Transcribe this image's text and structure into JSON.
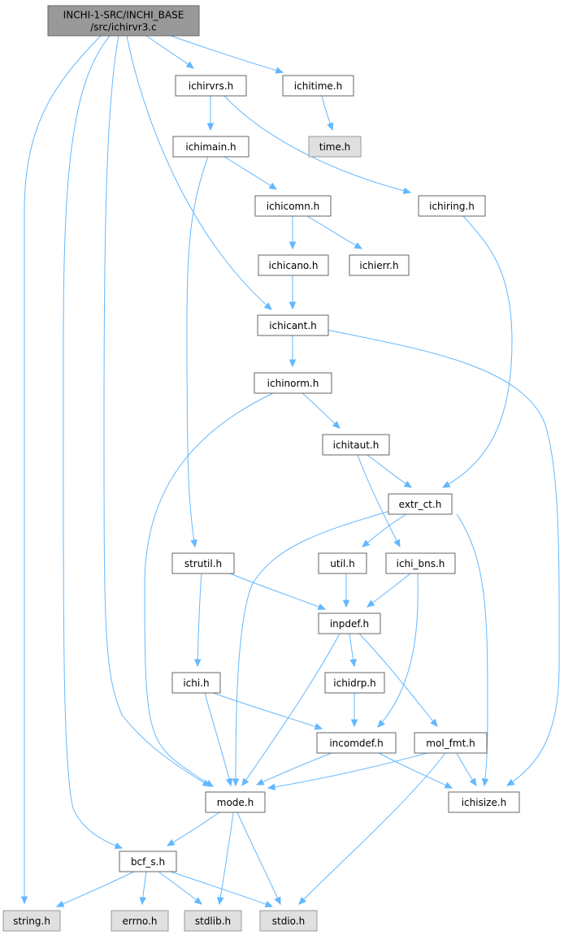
{
  "nodes": [
    {
      "id": "root",
      "label_lines": [
        "INCHI-1-SRC/INCHI_BASE",
        "/src/ichirvr3.c"
      ],
      "kind": "root"
    },
    {
      "id": "ichirvrs",
      "label_lines": [
        "ichirvrs.h"
      ],
      "kind": "local"
    },
    {
      "id": "ichitime",
      "label_lines": [
        "ichitime.h"
      ],
      "kind": "local"
    },
    {
      "id": "time",
      "label_lines": [
        "time.h"
      ],
      "kind": "system"
    },
    {
      "id": "ichimain",
      "label_lines": [
        "ichimain.h"
      ],
      "kind": "local"
    },
    {
      "id": "ichiring",
      "label_lines": [
        "ichiring.h"
      ],
      "kind": "local"
    },
    {
      "id": "ichicomn",
      "label_lines": [
        "ichicomn.h"
      ],
      "kind": "local"
    },
    {
      "id": "ichicano",
      "label_lines": [
        "ichicano.h"
      ],
      "kind": "local"
    },
    {
      "id": "ichierr",
      "label_lines": [
        "ichierr.h"
      ],
      "kind": "local"
    },
    {
      "id": "ichicant",
      "label_lines": [
        "ichicant.h"
      ],
      "kind": "local"
    },
    {
      "id": "ichinorm",
      "label_lines": [
        "ichinorm.h"
      ],
      "kind": "local"
    },
    {
      "id": "ichitaut",
      "label_lines": [
        "ichitaut.h"
      ],
      "kind": "local"
    },
    {
      "id": "extr_ct",
      "label_lines": [
        "extr_ct.h"
      ],
      "kind": "local"
    },
    {
      "id": "strutil",
      "label_lines": [
        "strutil.h"
      ],
      "kind": "local"
    },
    {
      "id": "util",
      "label_lines": [
        "util.h"
      ],
      "kind": "local"
    },
    {
      "id": "ichi_bns",
      "label_lines": [
        "ichi_bns.h"
      ],
      "kind": "local"
    },
    {
      "id": "inpdef",
      "label_lines": [
        "inpdef.h"
      ],
      "kind": "local"
    },
    {
      "id": "ichi",
      "label_lines": [
        "ichi.h"
      ],
      "kind": "local"
    },
    {
      "id": "ichidrp",
      "label_lines": [
        "ichidrp.h"
      ],
      "kind": "local"
    },
    {
      "id": "incomdef",
      "label_lines": [
        "incomdef.h"
      ],
      "kind": "local"
    },
    {
      "id": "mol_fmt",
      "label_lines": [
        "mol_fmt.h"
      ],
      "kind": "local"
    },
    {
      "id": "mode",
      "label_lines": [
        "mode.h"
      ],
      "kind": "local"
    },
    {
      "id": "ichisize",
      "label_lines": [
        "ichisize.h"
      ],
      "kind": "local"
    },
    {
      "id": "bcf_s",
      "label_lines": [
        "bcf_s.h"
      ],
      "kind": "local"
    },
    {
      "id": "string",
      "label_lines": [
        "string.h"
      ],
      "kind": "system"
    },
    {
      "id": "errno",
      "label_lines": [
        "errno.h"
      ],
      "kind": "system"
    },
    {
      "id": "stdlib",
      "label_lines": [
        "stdlib.h"
      ],
      "kind": "system"
    },
    {
      "id": "stdio",
      "label_lines": [
        "stdio.h"
      ],
      "kind": "system"
    }
  ],
  "edges": [
    [
      "root",
      "ichirvrs"
    ],
    [
      "root",
      "ichitime"
    ],
    [
      "root",
      "ichicant"
    ],
    [
      "root",
      "mode"
    ],
    [
      "root",
      "bcf_s"
    ],
    [
      "root",
      "string"
    ],
    [
      "ichirvrs",
      "ichimain"
    ],
    [
      "ichirvrs",
      "ichiring"
    ],
    [
      "ichitime",
      "time"
    ],
    [
      "ichimain",
      "ichicomn"
    ],
    [
      "ichimain",
      "strutil"
    ],
    [
      "ichiring",
      "extr_ct"
    ],
    [
      "ichicomn",
      "ichicano"
    ],
    [
      "ichicomn",
      "ichierr"
    ],
    [
      "ichicano",
      "ichicant"
    ],
    [
      "ichicant",
      "ichinorm"
    ],
    [
      "ichicant",
      "ichisize"
    ],
    [
      "ichinorm",
      "ichitaut"
    ],
    [
      "ichinorm",
      "mode"
    ],
    [
      "ichitaut",
      "extr_ct"
    ],
    [
      "ichitaut",
      "ichi_bns"
    ],
    [
      "extr_ct",
      "util"
    ],
    [
      "extr_ct",
      "mode"
    ],
    [
      "extr_ct",
      "ichisize"
    ],
    [
      "strutil",
      "inpdef"
    ],
    [
      "strutil",
      "ichi"
    ],
    [
      "util",
      "inpdef"
    ],
    [
      "ichi_bns",
      "inpdef"
    ],
    [
      "ichi_bns",
      "incomdef"
    ],
    [
      "inpdef",
      "ichidrp"
    ],
    [
      "inpdef",
      "mol_fmt"
    ],
    [
      "inpdef",
      "mode"
    ],
    [
      "ichi",
      "incomdef"
    ],
    [
      "ichi",
      "mode"
    ],
    [
      "ichidrp",
      "incomdef"
    ],
    [
      "incomdef",
      "mode"
    ],
    [
      "incomdef",
      "ichisize"
    ],
    [
      "mol_fmt",
      "mode"
    ],
    [
      "mol_fmt",
      "ichisize"
    ],
    [
      "mol_fmt",
      "stdio"
    ],
    [
      "mode",
      "bcf_s"
    ],
    [
      "mode",
      "stdlib"
    ],
    [
      "mode",
      "stdio"
    ],
    [
      "bcf_s",
      "string"
    ],
    [
      "bcf_s",
      "errno"
    ],
    [
      "bcf_s",
      "stdlib"
    ],
    [
      "bcf_s",
      "stdio"
    ]
  ],
  "colors": {
    "edge": "#63b8ff",
    "root_fill": "#999999",
    "system_fill": "#e0e0e0",
    "local_fill": "#ffffff",
    "border": "#666666"
  }
}
